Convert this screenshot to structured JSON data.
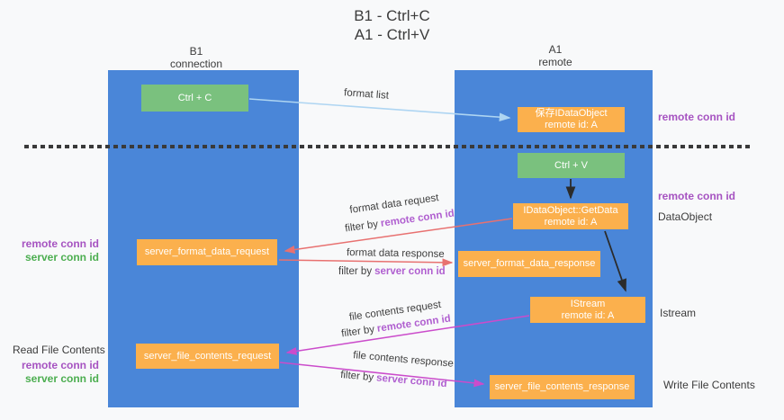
{
  "title": {
    "line1": "B1 - Ctrl+C",
    "line2": "A1 - Ctrl+V"
  },
  "lanes": {
    "left": {
      "name": "B1",
      "role": "connection"
    },
    "right": {
      "name": "A1",
      "role": "remote"
    }
  },
  "boxes": {
    "ctrl_c": "Ctrl + C",
    "ctrl_v": "Ctrl + V",
    "save_dataobject": {
      "line1": "保存IDataObject",
      "line2": "remote id: A"
    },
    "getdata": {
      "line1": "IDataObject::GetData",
      "line2": "remote id: A"
    },
    "istream": {
      "line1": "IStream",
      "line2": "remote id: A"
    },
    "format_request": "server_format_data_request",
    "format_response": "server_format_data_response",
    "file_request": "server_file_contents_request",
    "file_response": "server_file_contents_response"
  },
  "flows": {
    "format_list": {
      "label": "format list"
    },
    "format_request": {
      "title": "format data request",
      "filter_prefix": "filter by",
      "filter_key": "remote conn id"
    },
    "format_response": {
      "title": "format data response",
      "filter_prefix": "filter by",
      "filter_key": "server conn id"
    },
    "file_request": {
      "title": "file contents request",
      "filter_prefix": "filter by",
      "filter_key": "remote conn id"
    },
    "file_response": {
      "title": "file contents response",
      "filter_prefix": "filter by",
      "filter_key": "server conn id"
    }
  },
  "side_labels": {
    "right_conn_top": "remote conn id",
    "right_conn_mid": "remote conn id",
    "dataobject": "DataObject",
    "istream": "Istream",
    "write_file": "Write File Contents",
    "left_remote_1": "remote conn id",
    "left_server_1": "server conn id",
    "read_file": "Read File Contents",
    "left_remote_2": "remote conn id",
    "left_server_2": "server conn id"
  },
  "colors": {
    "lane_blue": "#4a86d8",
    "box_orange": "#fbb04d",
    "box_green": "#7ac17e",
    "purple_text": "#a653c1",
    "green_text": "#4cae50",
    "filter_key_purple": "#b05fd0",
    "arrow_salmon": "#e87170",
    "arrow_magenta": "#cb4ccb",
    "arrow_light_blue": "#aed5f2",
    "arrow_black": "#2b2b2b"
  }
}
